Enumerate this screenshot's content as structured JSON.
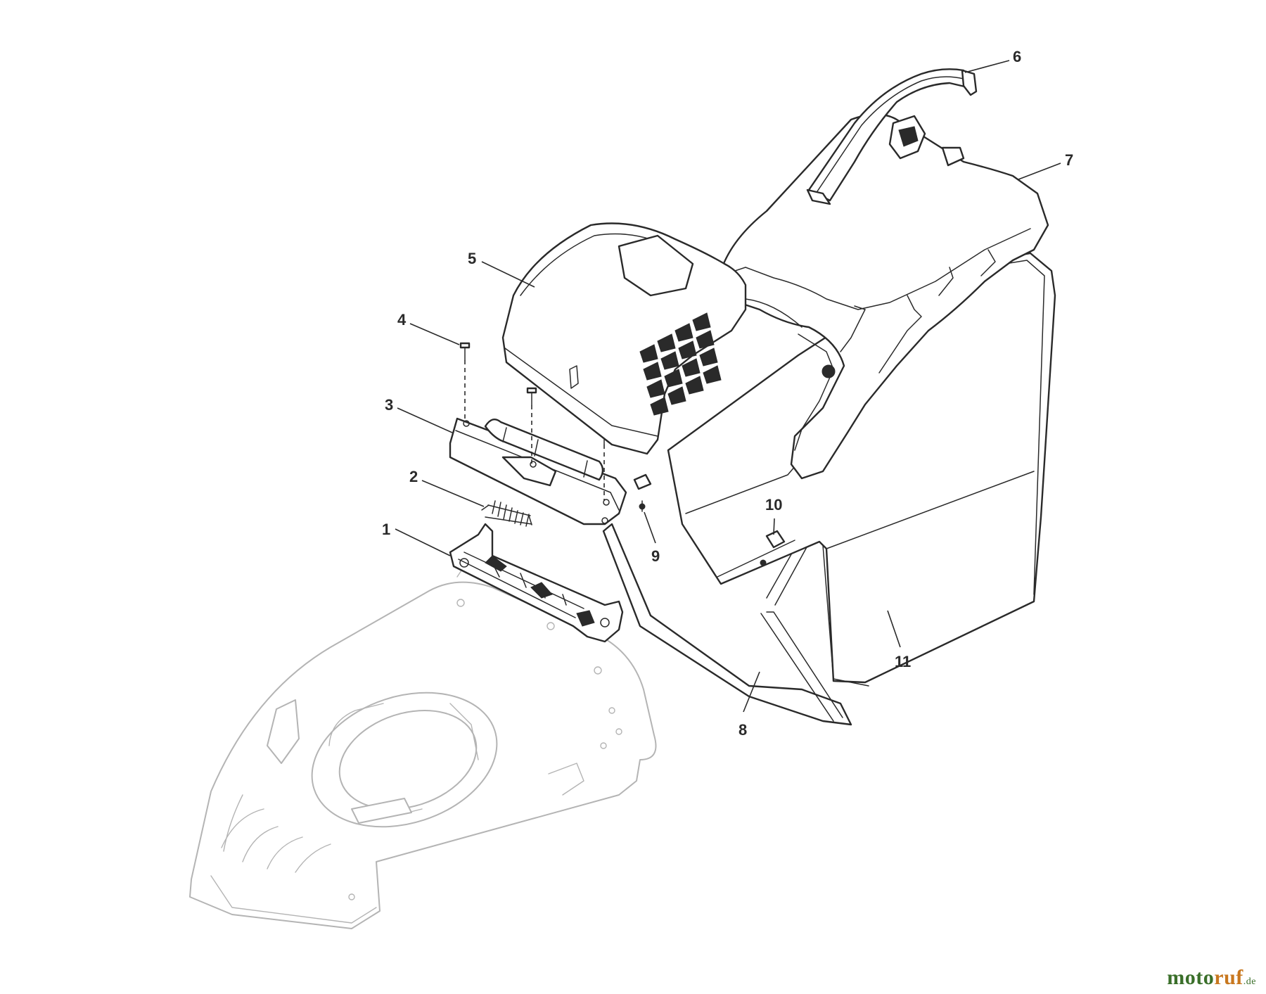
{
  "callouts": [
    {
      "id": "1",
      "label": "1"
    },
    {
      "id": "2",
      "label": "2"
    },
    {
      "id": "3",
      "label": "3"
    },
    {
      "id": "4",
      "label": "4"
    },
    {
      "id": "5",
      "label": "5"
    },
    {
      "id": "6",
      "label": "6"
    },
    {
      "id": "7",
      "label": "7"
    },
    {
      "id": "8",
      "label": "8"
    },
    {
      "id": "9",
      "label": "9"
    },
    {
      "id": "10",
      "label": "10"
    },
    {
      "id": "11",
      "label": "11"
    }
  ],
  "watermark": {
    "part1": "moto",
    "part2": "ruf",
    "tld": ".de"
  },
  "colors": {
    "ink": "#2a2a2a",
    "ghost": "#b4b4b4",
    "watermark_green": "#3a6f2a",
    "watermark_orange": "#c8771e"
  }
}
